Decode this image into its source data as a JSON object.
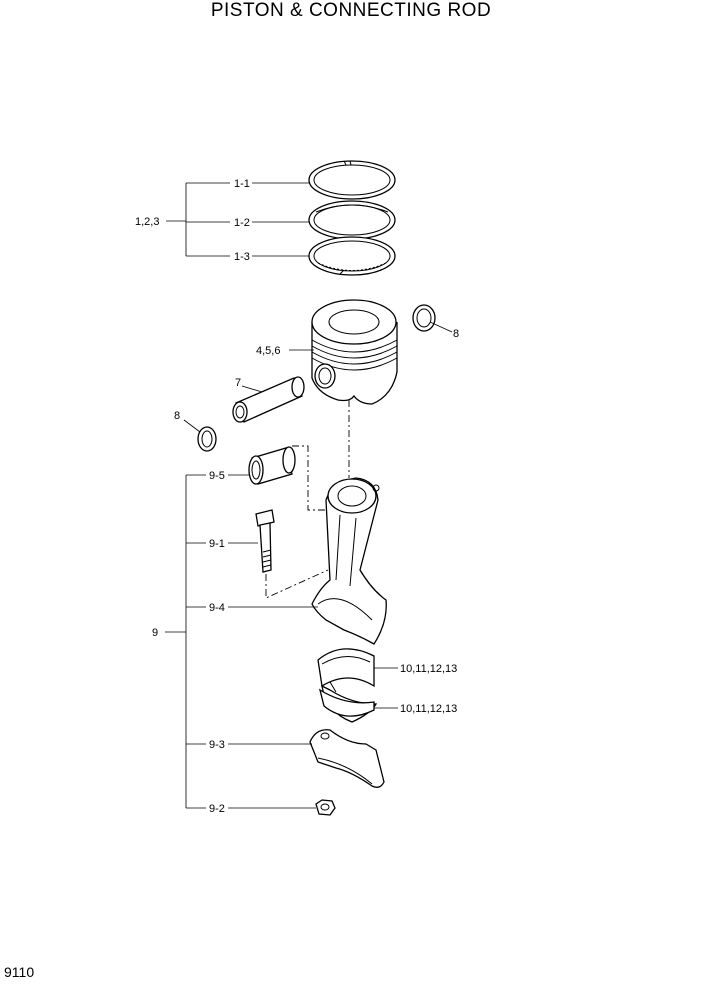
{
  "title": "PISTON & CONNECTING ROD",
  "page_number": "9110",
  "callouts": {
    "piston_ring_group": "1,2,3",
    "ring_top": "1-1",
    "ring_second": "1-2",
    "ring_oil": "1-3",
    "piston": "4,5,6",
    "piston_pin": "7",
    "snap_ring_right": "8",
    "snap_ring_left": "8",
    "conrod_assembly": "9",
    "bushing": "9-5",
    "bolt": "9-1",
    "conrod": "9-4",
    "bearing_upper": "10,11,12,13",
    "bearing_lower": "10,11,12,13",
    "cap": "9-3",
    "nut": "9-2"
  }
}
